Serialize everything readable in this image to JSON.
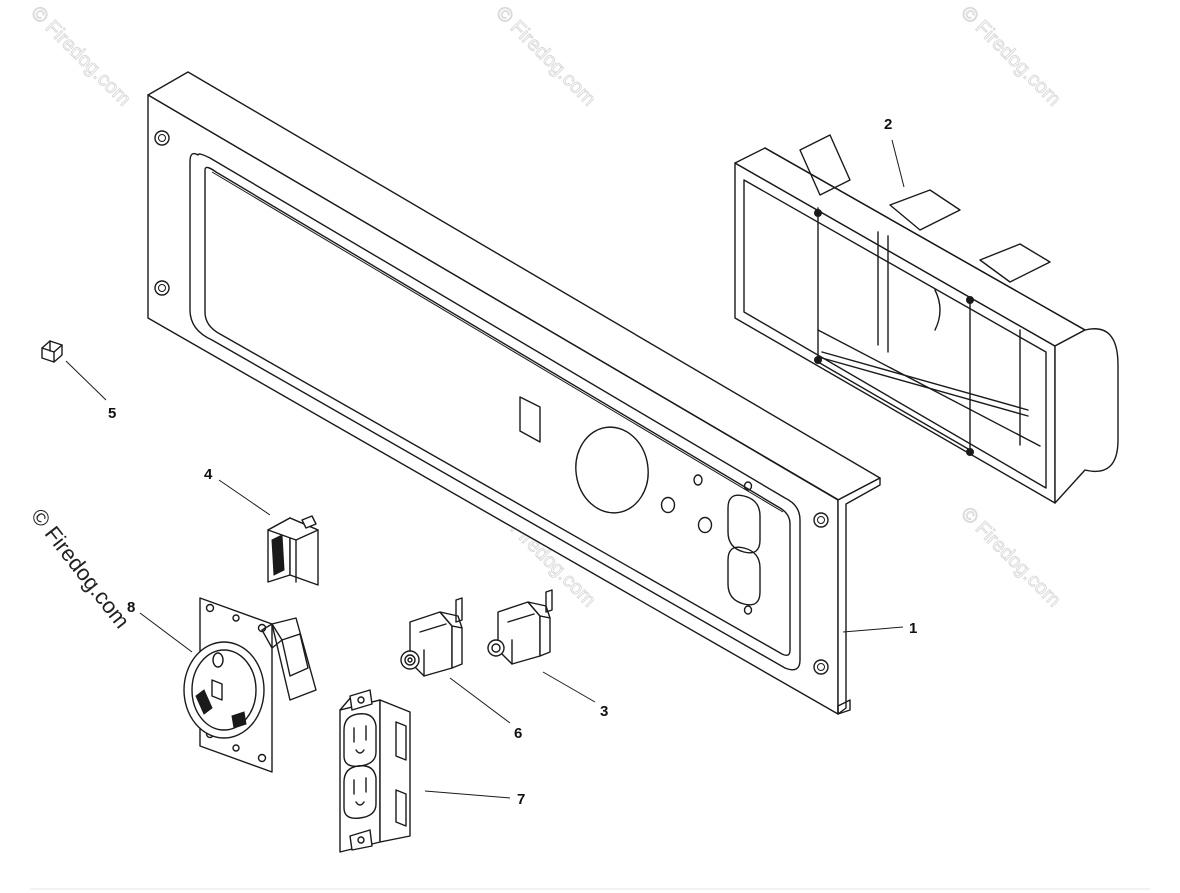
{
  "watermark_text": "© Firedog.com",
  "side_watermark_text": "© Firedog.com",
  "callouts": {
    "c1": "1",
    "c2": "2",
    "c3": "3",
    "c4": "4",
    "c5": "5",
    "c6": "6",
    "c7": "7",
    "c8": "8"
  },
  "parts": [
    {
      "id": "1",
      "icon": "control-panel-faceplate"
    },
    {
      "id": "2",
      "icon": "panel-back-box"
    },
    {
      "id": "3",
      "icon": "circuit-breaker"
    },
    {
      "id": "4",
      "icon": "rocker-switch"
    },
    {
      "id": "5",
      "icon": "flange-bolt"
    },
    {
      "id": "6",
      "icon": "circuit-breaker"
    },
    {
      "id": "7",
      "icon": "duplex-receptacle"
    },
    {
      "id": "8",
      "icon": "twist-lock-receptacle"
    }
  ]
}
